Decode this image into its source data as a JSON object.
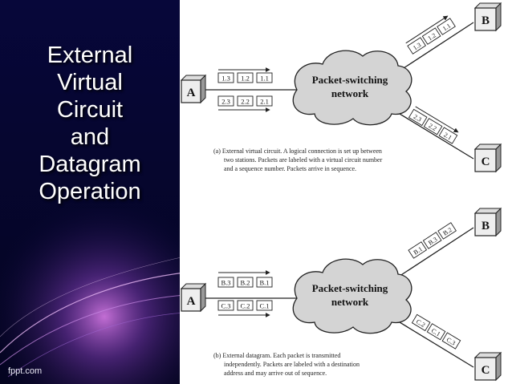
{
  "slide": {
    "title_lines": [
      "External",
      "Virtual",
      "Circuit",
      "and",
      "Datagram",
      "Operation"
    ],
    "footer": "fppt.com",
    "colors": {
      "background": "#050531",
      "glow": "#b05ad8",
      "figure_bg": "#ffffff"
    }
  },
  "figure": {
    "node_labels": {
      "a": "A",
      "b": "B",
      "c": "C"
    },
    "cloud_text": [
      "Packet-switching",
      "network"
    ],
    "panel_a": {
      "row1": [
        "1.3",
        "1.2",
        "1.1"
      ],
      "row2": [
        "2.3",
        "2.2",
        "2.1"
      ],
      "to_b": [
        "1.3",
        "1.2",
        "1.1"
      ],
      "to_c": [
        "2.3",
        "2.2",
        "2.1"
      ],
      "caption": [
        "(a) External virtual circuit. A logical connection is set up between",
        "two stations. Packets are labeled with a virtual circuit number",
        "and a sequence number. Packets arrive in sequence."
      ]
    },
    "panel_b": {
      "row1": [
        "B.3",
        "B.2",
        "B.1"
      ],
      "row2": [
        "C.3",
        "C.2",
        "C.1"
      ],
      "to_b": [
        "B.1",
        "B.3",
        "B.2"
      ],
      "to_c": [
        "C.2",
        "C.1",
        "C.3"
      ],
      "caption": [
        "(b) External datagram. Each packet is transmitted",
        "independently. Packets are labeled with a destination",
        "address and may arrive out of sequence."
      ]
    }
  }
}
